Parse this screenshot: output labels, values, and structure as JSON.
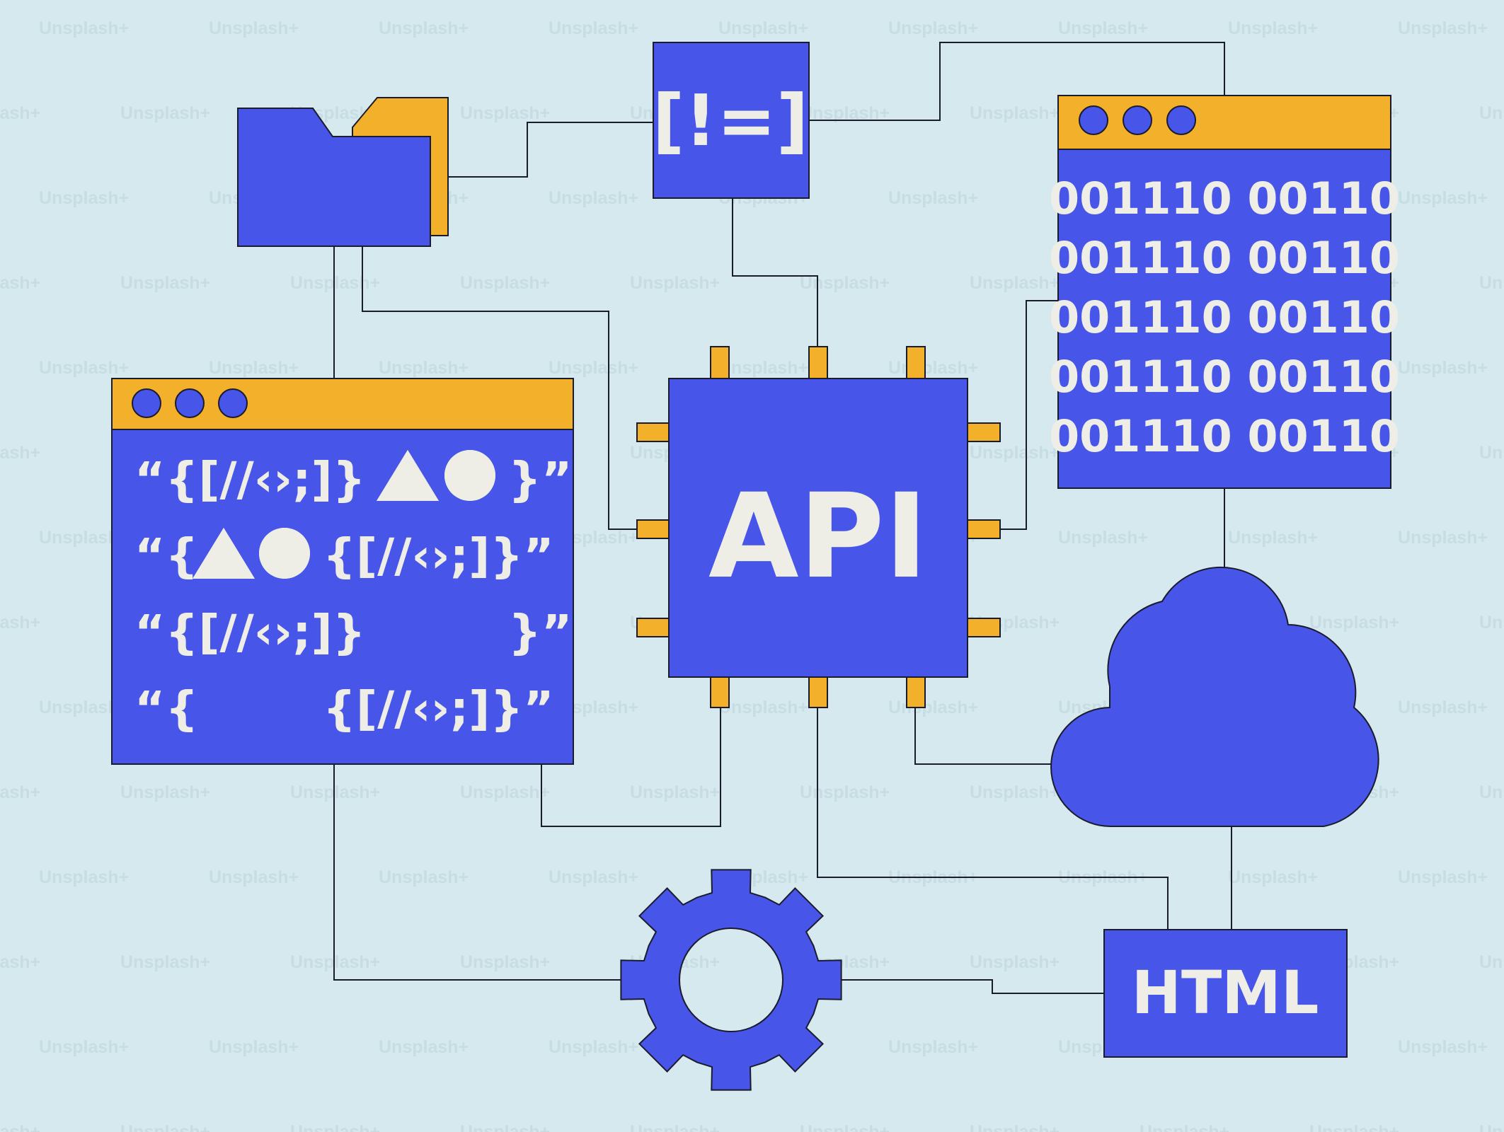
{
  "colors": {
    "background": "#d6e9ee",
    "primary": "#4755e9",
    "accent": "#f2b02b",
    "glyph": "#eeeee6",
    "outline": "#1b1b2e",
    "watermark": "#c6dde3"
  },
  "watermark_text": "Unsplash+",
  "operator_box": {
    "label": "[!=]"
  },
  "api_chip": {
    "label": "API"
  },
  "html_box": {
    "label": "HTML"
  },
  "binary_window": {
    "rows": [
      "001110  00110",
      "001110  00110",
      "001110  00110",
      "001110  00110",
      "001110  00110"
    ]
  },
  "code_window": {
    "rows": [
      {
        "pre": "“{[//‹›;]}",
        "post": "}”"
      },
      {
        "pre": "“{",
        "post": "{[//‹›;]}”"
      },
      {
        "pre": "“{[//‹›;]}",
        "post": "}”"
      },
      {
        "pre": "“{",
        "post": "{[//‹›;]}”"
      }
    ]
  },
  "icons": {
    "folder": "folder-icon",
    "gear": "gear-icon",
    "cloud": "cloud-icon",
    "chip": "chip-icon",
    "window_dots": "window-dots-icon",
    "triangle": "triangle-icon",
    "circle": "circle-icon"
  }
}
